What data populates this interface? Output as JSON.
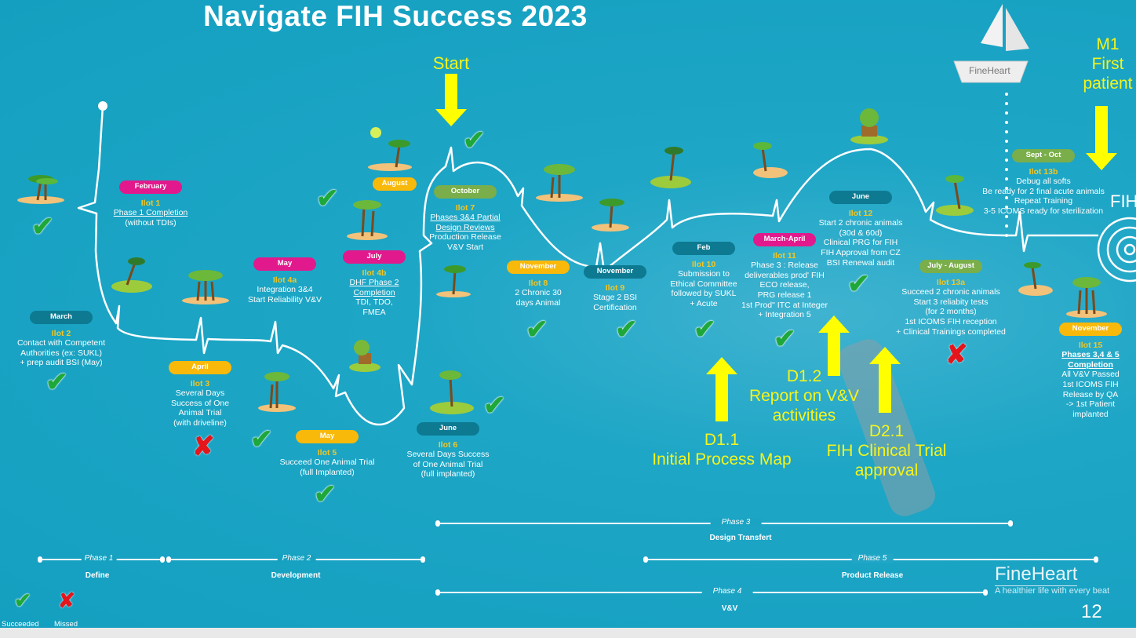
{
  "title": "Navigate FIH Success 2023",
  "start_label": "Start",
  "m1": {
    "line1": "M1",
    "line2": "First",
    "line3": "patient"
  },
  "fih_label": "FIH",
  "boat_brand": "FineHeart",
  "milestones": [
    {
      "month": "February",
      "ilot": "Ilot 1",
      "lines": [
        "Phase 1 Completion",
        "(without TDIs)"
      ]
    },
    {
      "month": "March",
      "ilot": "Ilot 2",
      "lines": [
        "Contact with Competent",
        "Authorities (ex: SUKL)",
        "+ prep audit BSI (May)"
      ]
    },
    {
      "month": "April",
      "ilot": "Ilot 3",
      "lines": [
        "Several Days",
        "Success of One",
        "Animal Trial",
        "(with driveline)"
      ]
    },
    {
      "month": "May",
      "ilot": "Ilot 4a",
      "lines": [
        "Integration 3&4",
        "Start Reliability V&V"
      ]
    },
    {
      "month": "July",
      "ilot": "Ilot 4b",
      "lines": [
        "DHF Phase 2",
        "Completion",
        "TDI, TDO,",
        "FMEA"
      ]
    },
    {
      "month": "August"
    },
    {
      "month": "May",
      "ilot": "Ilot 5",
      "lines": [
        "Succeed One Animal Trial",
        "(full Implanted)"
      ]
    },
    {
      "month": "October",
      "ilot": "Ilot 7",
      "lines": [
        "Phases 3&4 Partial",
        "Design Reviews",
        "Production Release",
        "V&V Start"
      ]
    },
    {
      "month": "June",
      "ilot": "Ilot 6",
      "lines": [
        "Several Days Success",
        "of One Animal Trial",
        "(full implanted)"
      ]
    },
    {
      "month": "November",
      "ilot": "Ilot 8",
      "lines": [
        "2 Chronic 30",
        "days Animal"
      ]
    },
    {
      "month": "November",
      "ilot": "Ilot 9",
      "lines": [
        "Stage 2 BSI",
        "Certification"
      ]
    },
    {
      "month": "Feb",
      "ilot": "Ilot 10",
      "lines": [
        "Submission to",
        "Ethical Committee",
        "followed by SUKL",
        "+ Acute"
      ]
    },
    {
      "month": "March-April",
      "ilot": "Ilot 11",
      "lines": [
        "Phase 3 : Release",
        "deliverables prod' FIH",
        "ECO release,",
        "PRG release 1",
        "1st Prod\" ITC at Integer",
        "+ Integration 5"
      ]
    },
    {
      "month": "June",
      "ilot": "Ilot 12",
      "lines": [
        "Start 2 chronic animals",
        "(30d & 60d)",
        "Clinical PRG for FIH",
        "FIH Approval from CZ",
        "BSI Renewal audit"
      ]
    },
    {
      "month": "July - August",
      "ilot": "Ilot 13a",
      "lines": [
        "Succeed 2 chronic animals",
        "Start 3 reliabity tests",
        "(for 2 months)",
        "1st ICOMS FIH reception",
        "+ Clinical Trainings completed"
      ]
    },
    {
      "month": "Sept - Oct",
      "ilot": "Ilot 13b",
      "lines": [
        "Debug all softs",
        "Be ready for 2 final acute animals",
        "Repeat Training",
        "3-5 ICOMS ready for sterilization"
      ]
    },
    {
      "month": "November",
      "ilot": "Ilot 15",
      "lines": [
        "Phases 3,4 & 5",
        "Completion",
        "All V&V Passed",
        "1st ICOMS FIH",
        "Release by QA",
        "-> 1st Patient",
        "implanted"
      ]
    }
  ],
  "deliverables": [
    {
      "code": "D1.1",
      "text": "Initial Process Map"
    },
    {
      "code": "D1.2",
      "text": "Report on V&V",
      "text2": "activities"
    },
    {
      "code": "D2.1",
      "text": "FIH Clinical Trial",
      "text2": "approval"
    }
  ],
  "phases": [
    {
      "label": "Phase 1",
      "name": "Define"
    },
    {
      "label": "Phase 2",
      "name": "Development"
    },
    {
      "label": "Phase 3",
      "name": "Design Transfert"
    },
    {
      "label": "Phase 4",
      "name": "V&V"
    },
    {
      "label": "Phase 5",
      "name": "Product Release"
    }
  ],
  "legend": {
    "succeeded": "Succeeded",
    "missed": "Missed"
  },
  "logo": {
    "name": "FineHeart",
    "tagline": "A healthier life with every beat"
  },
  "page_number": "12",
  "colors": {
    "pink": "#e2198c",
    "yellow": "#f9b90b",
    "teal": "#0d7a92",
    "green": "#7aae4a",
    "accent": "#ffff00"
  }
}
